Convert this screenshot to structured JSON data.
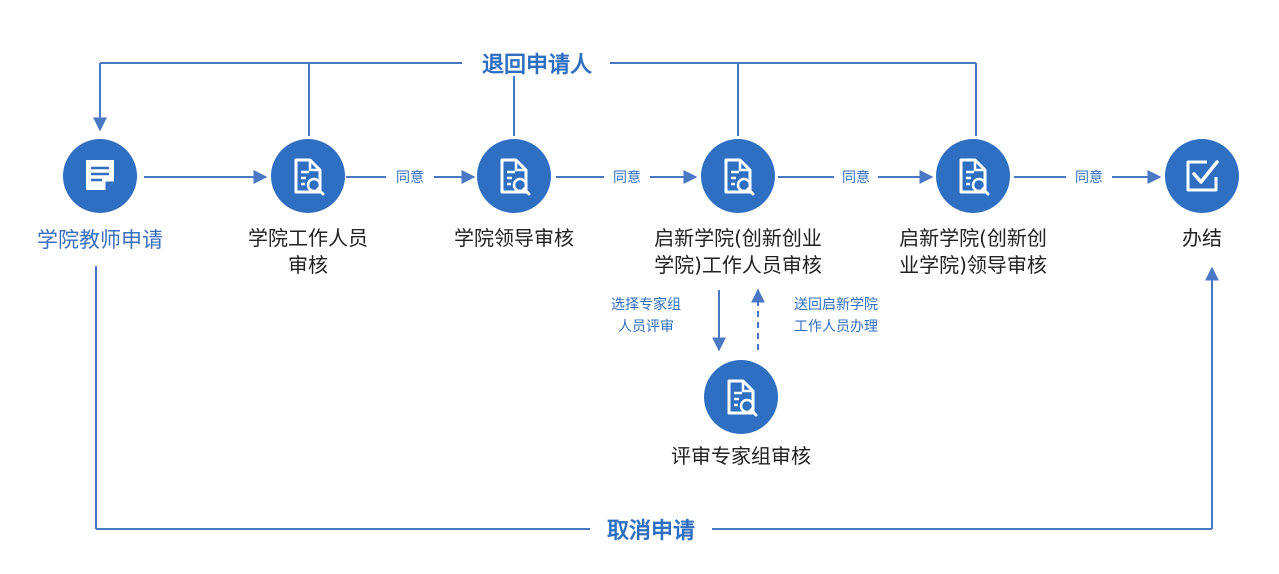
{
  "flow": {
    "return_label": "退回申请人",
    "cancel_label": "取消申请",
    "agree_label": "同意",
    "nodes": {
      "apply": "学院教师申请",
      "staff_review_1": "学院工作人员",
      "staff_review_2": "审核",
      "leader_review": "学院领导审核",
      "qx_staff_1": "启新学院(创新创业",
      "qx_staff_2": "学院)工作人员审核",
      "qx_leader_1": "启新学院(创新创",
      "qx_leader_2": "业学院)领导审核",
      "done": "办结",
      "expert_review": "评审专家组审核"
    },
    "side_labels": {
      "select_experts_1": "选择专家组",
      "select_experts_2": "人员评审",
      "send_back_1": "送回启新学院",
      "send_back_2": "工作人员办理"
    }
  },
  "colors": {
    "primary": "#2f6fc1",
    "line": "#4a78c4",
    "text": "#222222"
  },
  "icons": {
    "apply": "document-icon",
    "review": "document-search-icon",
    "done": "checkbox-icon"
  }
}
